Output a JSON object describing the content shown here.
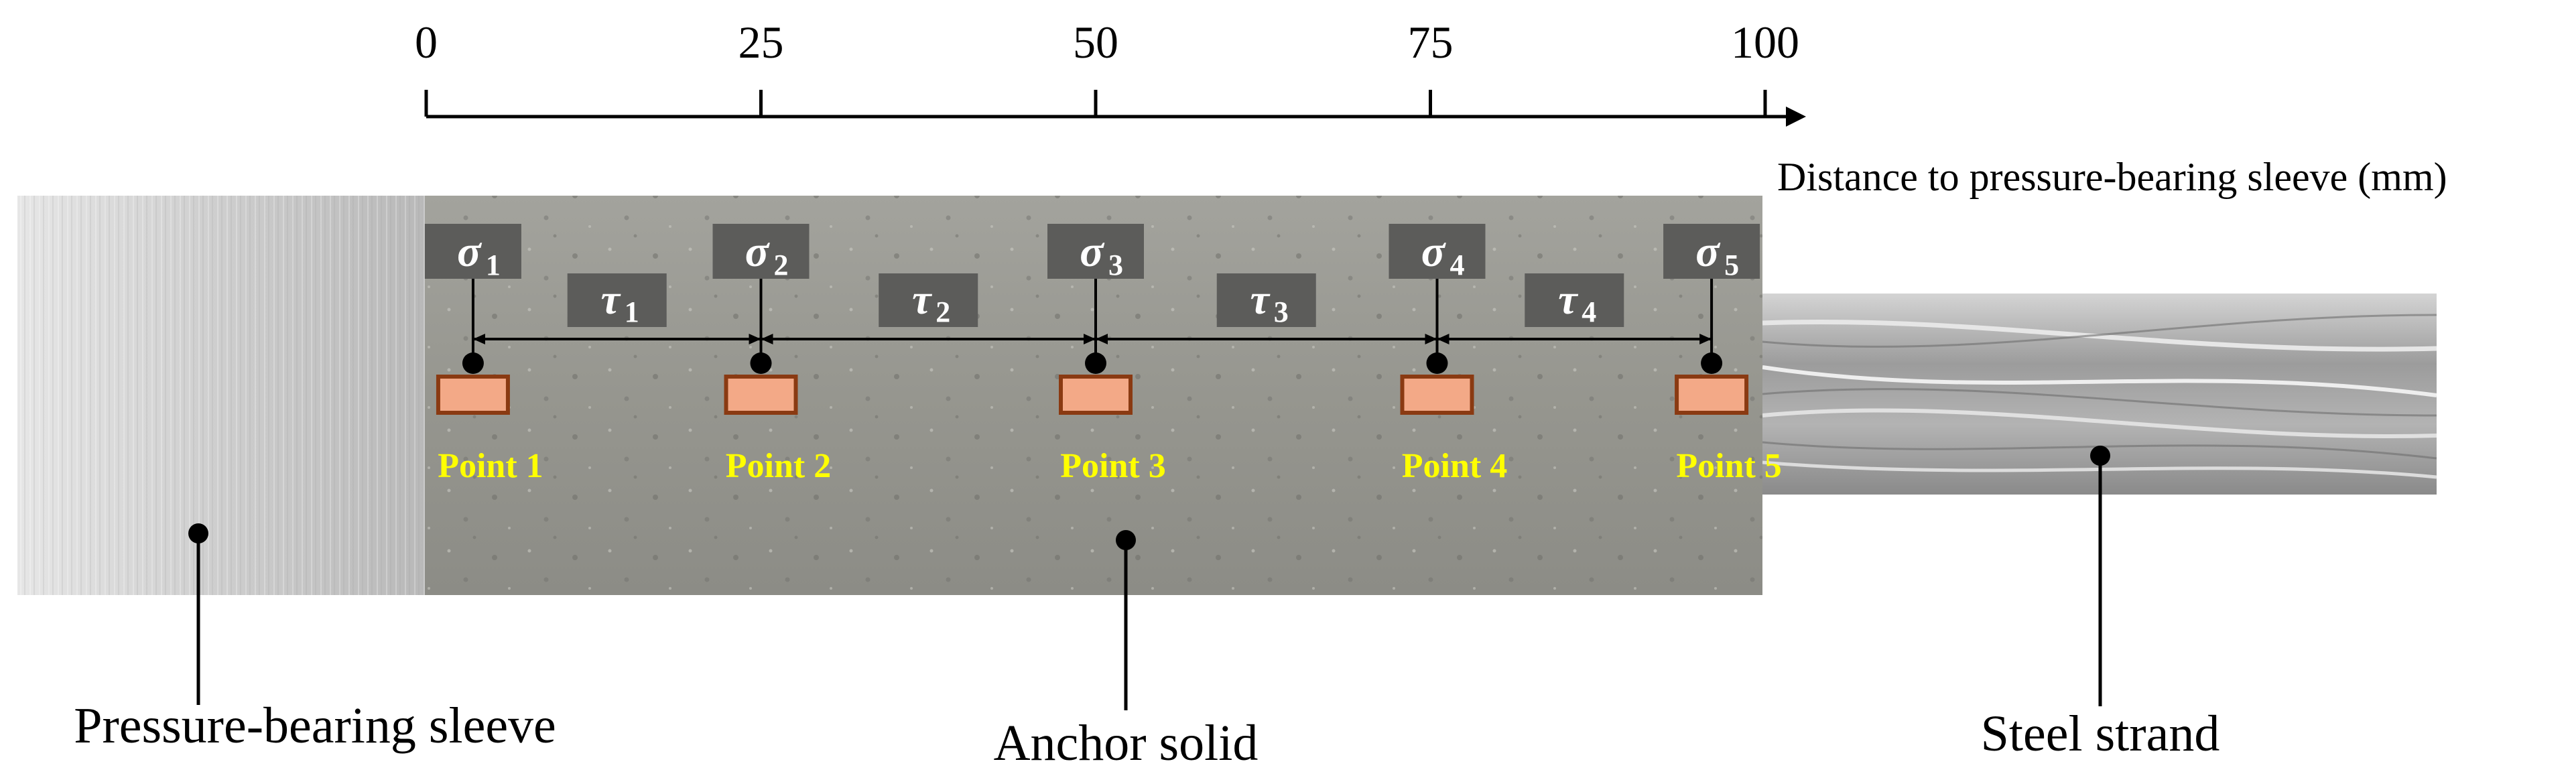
{
  "axis": {
    "ticks": [
      {
        "value": 0,
        "label": "0"
      },
      {
        "value": 25,
        "label": "25"
      },
      {
        "value": 50,
        "label": "50"
      },
      {
        "value": 75,
        "label": "75"
      },
      {
        "value": 100,
        "label": "100"
      }
    ],
    "title": "Distance to pressure-bearing sleeve (mm)"
  },
  "points": [
    {
      "label": "Point 1",
      "distance": 3.5,
      "sigma": "σ",
      "sigma_sub": "1"
    },
    {
      "label": "Point 2",
      "distance": 25,
      "sigma": "σ",
      "sigma_sub": "2"
    },
    {
      "label": "Point 3",
      "distance": 50,
      "sigma": "σ",
      "sigma_sub": "3"
    },
    {
      "label": "Point 4",
      "distance": 75.5,
      "sigma": "σ",
      "sigma_sub": "4"
    },
    {
      "label": "Point 5",
      "distance": 96,
      "sigma": "σ",
      "sigma_sub": "5"
    }
  ],
  "shear": [
    {
      "symbol": "τ",
      "sub": "1"
    },
    {
      "symbol": "τ",
      "sub": "2"
    },
    {
      "symbol": "τ",
      "sub": "3"
    },
    {
      "symbol": "τ",
      "sub": "4"
    }
  ],
  "components": {
    "sleeve": "Pressure-bearing sleeve",
    "anchor": "Anchor solid",
    "strand": "Steel strand"
  },
  "colors": {
    "sleeve": "#d6d6d6",
    "anchor": "#9a9a94",
    "strand": "#a8a8a8",
    "label_box": "#5c5c5a",
    "gauge_fill": "#f3a987",
    "gauge_stroke": "#8a3a12",
    "point_label": "#ffff00"
  }
}
